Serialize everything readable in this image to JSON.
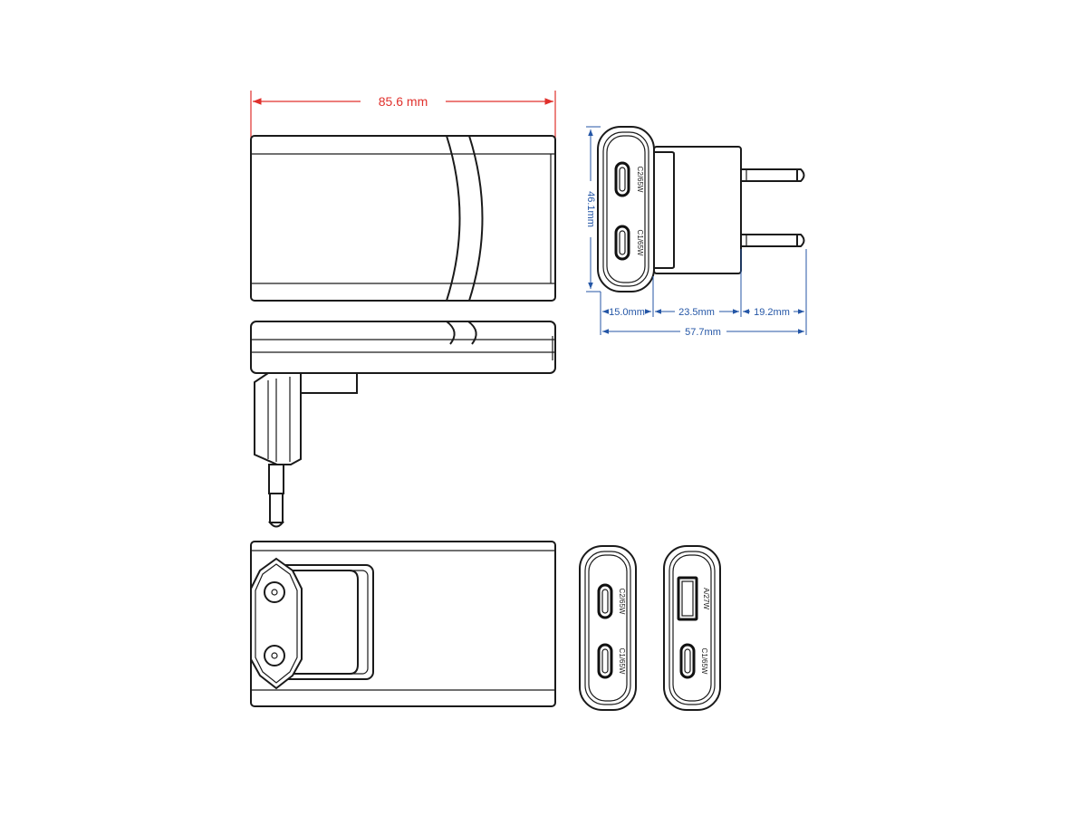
{
  "dimensions": {
    "length": "85.6 mm",
    "height": "46.1mm",
    "depth_body": "15.0mm",
    "depth_plug_base": "23.5mm",
    "depth_pins": "19.2mm",
    "depth_total": "57.7mm"
  },
  "ports": {
    "front_top": "C2/65W",
    "front_bottom": "C1/65W",
    "end_a_top": "C2/65W",
    "end_a_bottom": "C1/65W",
    "end_b_top": "A/27W",
    "end_b_bottom": "C1/65W"
  },
  "colors": {
    "dimension_primary": "#e0302c",
    "dimension_secondary": "#2456a6",
    "line": "#1a1a1a"
  }
}
